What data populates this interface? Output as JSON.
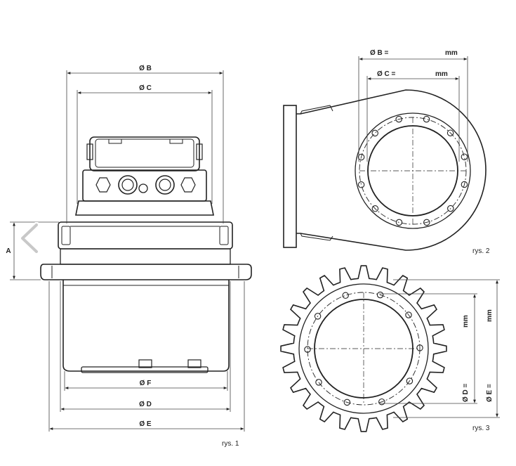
{
  "fig1": {
    "labels": {
      "B": "Ø B",
      "C": "Ø C",
      "A": "A",
      "F": "Ø F",
      "D": "Ø D",
      "E": "Ø E"
    },
    "caption": "rys. 1"
  },
  "fig2": {
    "labels": {
      "B": "Ø B =",
      "C": "Ø C =",
      "B_unit": "mm",
      "C_unit": "mm"
    },
    "caption": "rys. 2"
  },
  "fig3": {
    "labels": {
      "D": "Ø D =",
      "E": "Ø E =",
      "D_unit": "mm",
      "E_unit": "mm"
    },
    "caption": "rys. 3",
    "tooth_count": 24
  },
  "nav": {
    "icon": "chevron-left-icon"
  }
}
